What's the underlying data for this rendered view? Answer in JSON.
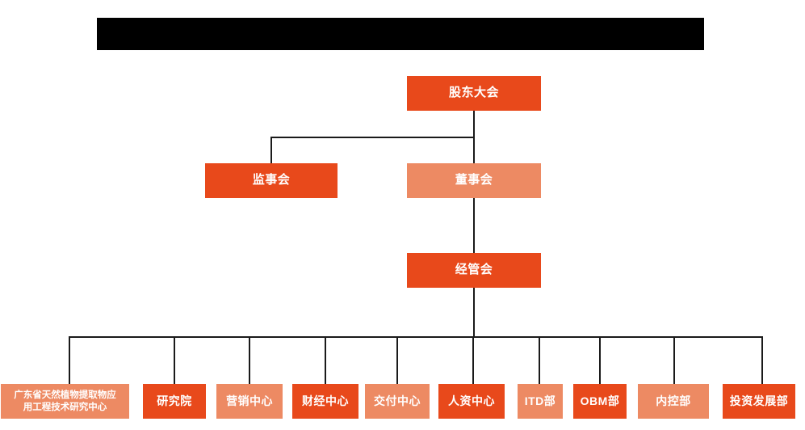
{
  "diagram": {
    "type": "org-chart",
    "title_bar": {
      "redacted": true,
      "text": ""
    },
    "colors": {
      "accent_dark": "#E8491B",
      "accent_light": "#ED8A63",
      "connector": "#1a1a1a",
      "background": "#ffffff",
      "label": "#ffffff"
    },
    "nodes": {
      "shareholders_meeting": {
        "label": "股东大会",
        "shade": "dark"
      },
      "supervisory_board": {
        "label": "监事会",
        "shade": "dark"
      },
      "board_of_directors": {
        "label": "董事会",
        "shade": "light"
      },
      "management_committee": {
        "label": "经管会",
        "shade": "dark"
      }
    },
    "departments": [
      {
        "label": "广东省天然植物提取物应\n用工程技术研究中心",
        "shade": "light"
      },
      {
        "label": "研究院",
        "shade": "dark"
      },
      {
        "label": "营销中心",
        "shade": "light"
      },
      {
        "label": "财经中心",
        "shade": "dark"
      },
      {
        "label": "交付中心",
        "shade": "light"
      },
      {
        "label": "人资中心",
        "shade": "dark"
      },
      {
        "label": "ITD部",
        "shade": "light"
      },
      {
        "label": "OBM部",
        "shade": "dark"
      },
      {
        "label": "内控部",
        "shade": "light"
      },
      {
        "label": "投资发展部",
        "shade": "dark"
      }
    ]
  }
}
